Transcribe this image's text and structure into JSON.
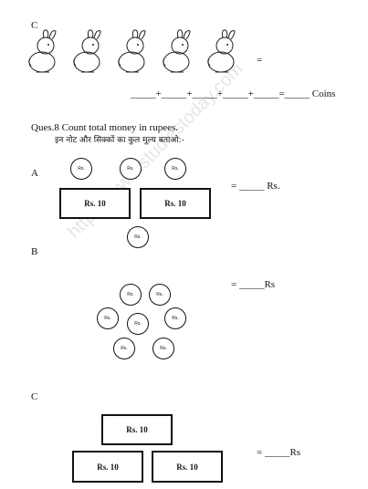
{
  "section_c_top": {
    "label": "C",
    "equals": "=",
    "sum_line": "_____+_____+_____+_____+_____=_____ Coins"
  },
  "question8": {
    "title": "Ques.8 Count total money in rupees.",
    "hindi": "इन नोट और सिक्कों का कुल मूल्य बताओ:-"
  },
  "part_a": {
    "label": "A",
    "coin_label": "Rs.",
    "note_label": "Rs. 10",
    "answer": "= _____ Rs."
  },
  "part_b": {
    "label": "B",
    "coin_label": "Rs.",
    "answer": "= _____Rs"
  },
  "part_c": {
    "label": "C",
    "note_label": "Rs. 10",
    "answer": "= _____Rs"
  },
  "watermark": "https://www.studiestoday.com"
}
